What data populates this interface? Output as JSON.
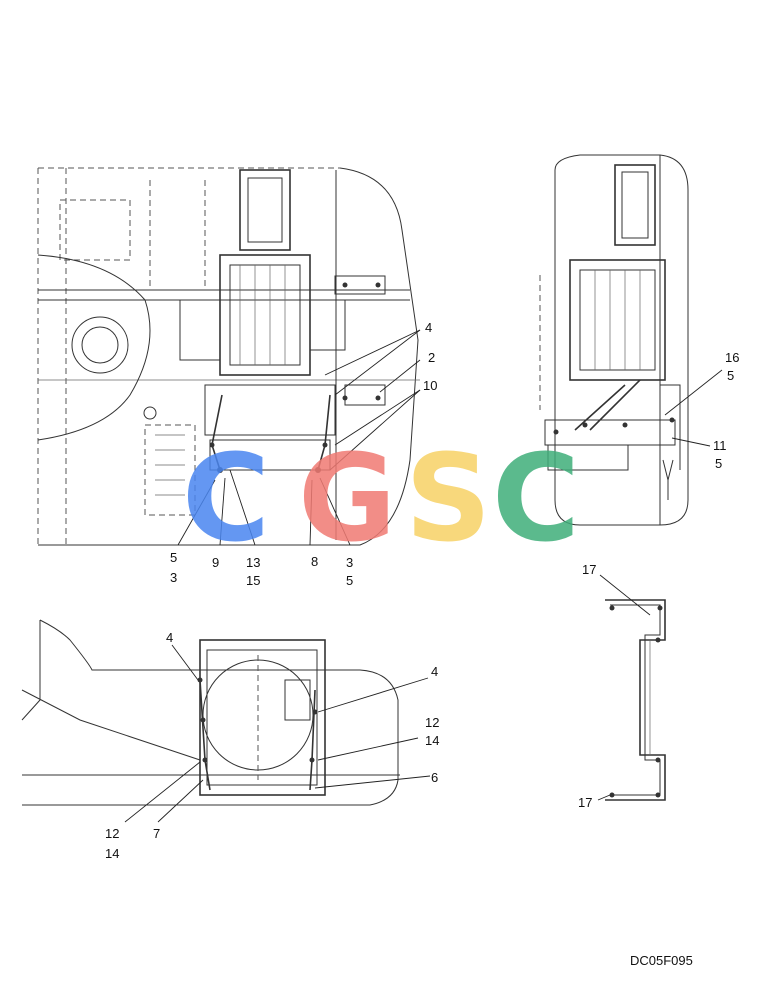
{
  "drawing_code": "DC05F095",
  "watermark": {
    "letters": [
      "C",
      "G",
      "S",
      "C"
    ],
    "colors": [
      "#4a86f0",
      "#f07a73",
      "#f7d266",
      "#3fae7a"
    ]
  },
  "callouts": {
    "top_left": [
      "4",
      "2",
      "10",
      "5",
      "3",
      "9",
      "13",
      "15",
      "8",
      "3",
      "5"
    ],
    "top_right": [
      "16",
      "5",
      "11",
      "5"
    ],
    "bottom_left": [
      "4",
      "4",
      "12",
      "14",
      "6",
      "12",
      "14",
      "7"
    ],
    "bottom_right": [
      "17",
      "17"
    ]
  }
}
